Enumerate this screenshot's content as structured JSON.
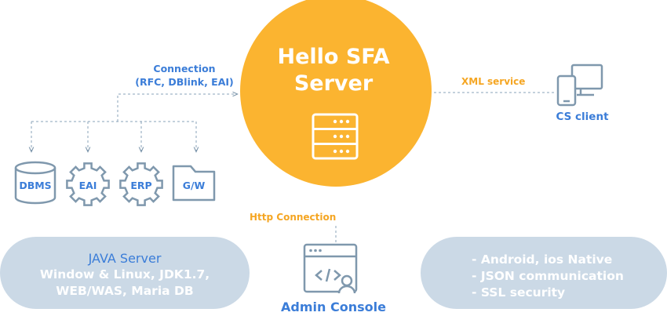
{
  "server": {
    "title_line1": "Hello SFA",
    "title_line2": "Server"
  },
  "connection": {
    "line1": "Connection",
    "line2": "(RFC, DBlink, EAI)"
  },
  "xml_service": "XML service",
  "cs_client": "CS client",
  "http_connection": "Http Connection",
  "admin_console": "Admin Console",
  "targets": [
    {
      "label": "DBMS",
      "icon": "database-icon"
    },
    {
      "label": "EAI",
      "icon": "gear-icon"
    },
    {
      "label": "ERP",
      "icon": "gear-icon"
    },
    {
      "label": "G/W",
      "icon": "folder-icon"
    }
  ],
  "java_server": {
    "title": "JAVA Server",
    "line1": "Window & Linux, JDK1.7,",
    "line2": "WEB/WAS, Maria DB"
  },
  "features": [
    "- Android, ios Native",
    "- JSON communication",
    "- SSL security"
  ],
  "colors": {
    "server_circle": "#fbb430",
    "accent_blue": "#3b7dd8",
    "icon_gray": "#7f98ad",
    "pill_bg": "#cbd9e6",
    "orange_text": "#f5a623"
  }
}
